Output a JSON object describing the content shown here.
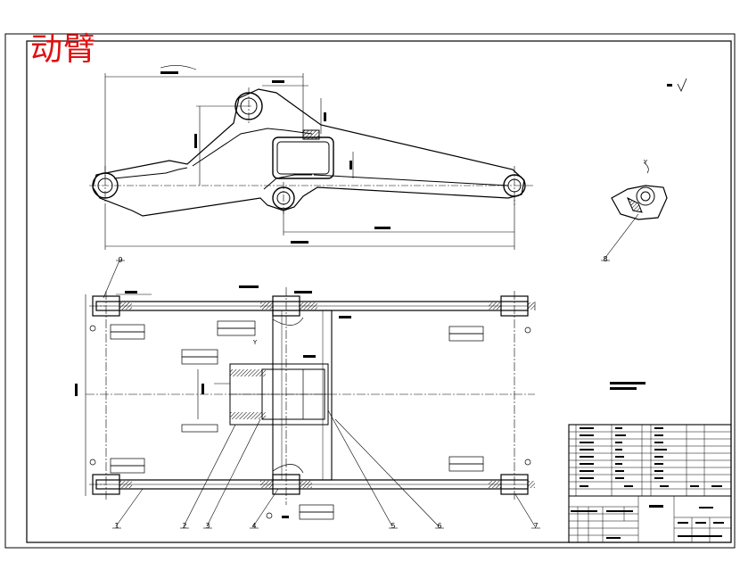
{
  "title": "动臂",
  "part_labels": [
    "1",
    "2",
    "3",
    "4",
    "5",
    "6",
    "7",
    "8",
    "9"
  ],
  "view_labels": {
    "section": "Y",
    "detail": "Y"
  },
  "colors": {
    "ink": "#000000",
    "title": "#e01010",
    "hatch": "#000000"
  }
}
